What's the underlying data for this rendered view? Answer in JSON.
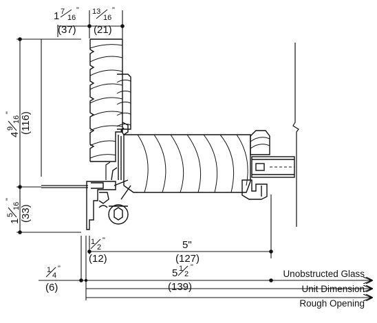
{
  "dimensions": {
    "top_left": {
      "whole": "1",
      "num": "7",
      "den": "16",
      "inch": "\"",
      "mm": "(37)"
    },
    "top_right": {
      "whole": "",
      "num": "13",
      "den": "16",
      "inch": "\"",
      "mm": "(21)"
    },
    "left_upper": {
      "whole": "4",
      "num": "9",
      "den": "16",
      "inch": "\"",
      "mm": "(116)"
    },
    "left_lower": {
      "whole": "1",
      "num": "5",
      "den": "16",
      "inch": "\"",
      "mm": "(33)"
    },
    "bottom_half": {
      "whole": "",
      "num": "1",
      "den": "2",
      "inch": "\"",
      "mm": "(12)"
    },
    "bottom_five": {
      "text": "5\"",
      "mm": "(127)"
    },
    "bottom_quarter": {
      "whole": "",
      "num": "1",
      "den": "4",
      "inch": "\"",
      "mm": "(6)"
    },
    "bottom_five_half": {
      "whole": "5",
      "num": "1",
      "den": "2",
      "inch": "\"",
      "mm": "(139)"
    }
  },
  "labels": {
    "unobstructed_glass": "Unobstructed Glass",
    "unit_dimension": "Unit Dimension",
    "rough_opening": "Rough Opening"
  },
  "colors": {
    "line": "#111111",
    "background": "#ffffff"
  }
}
